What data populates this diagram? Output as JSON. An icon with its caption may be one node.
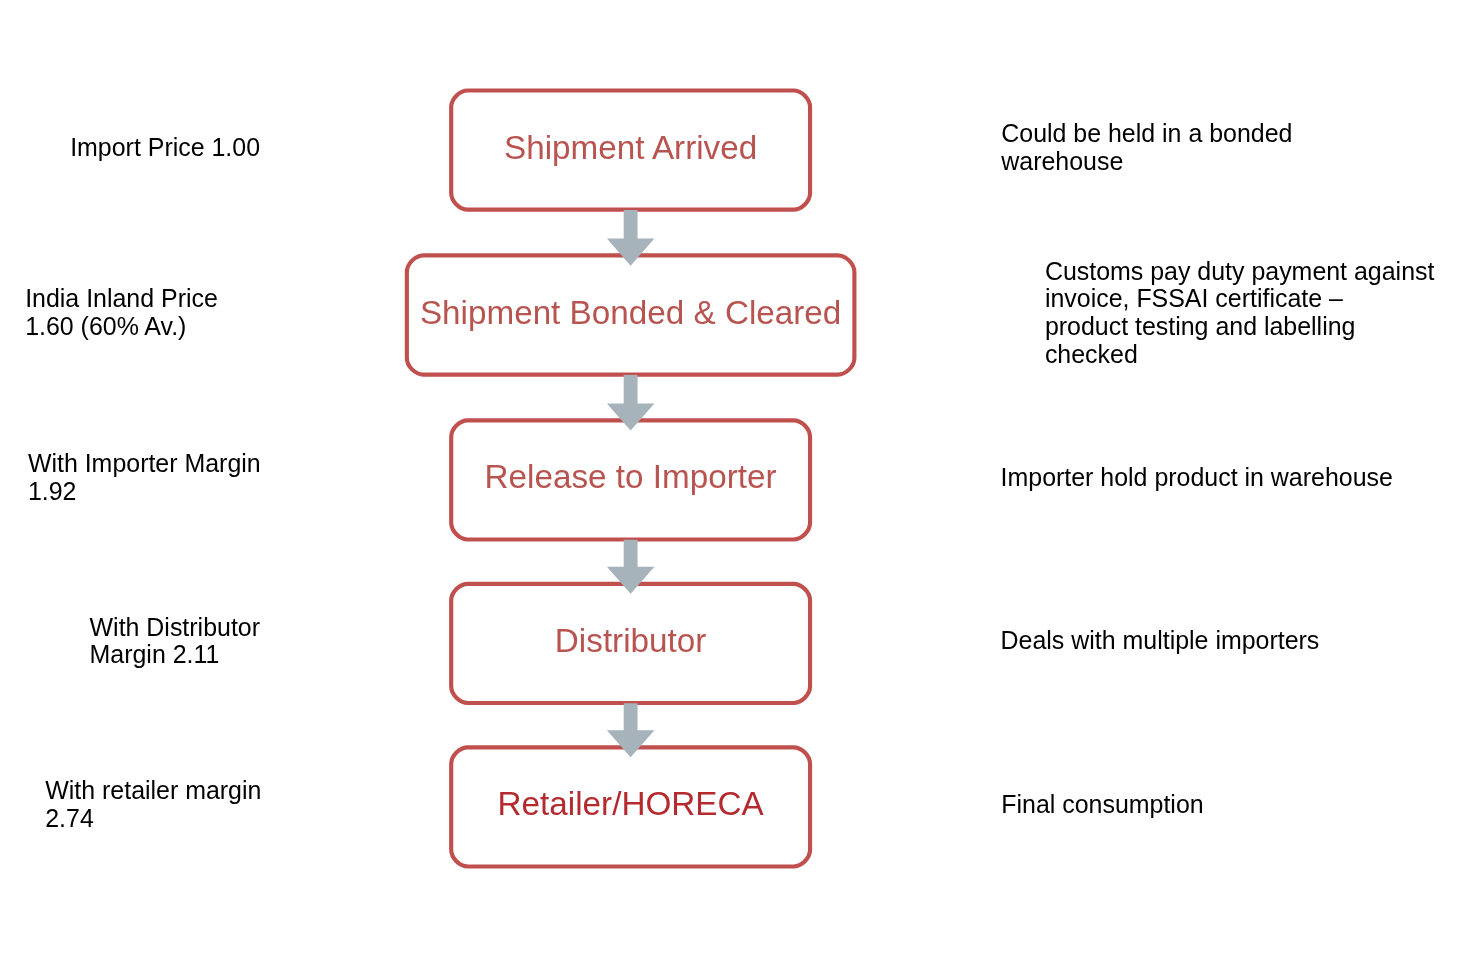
{
  "diagram": {
    "nodes": [
      {
        "text": [
          "Shipment Arrived"
        ]
      },
      {
        "text": [
          "Shipment Bonded & Cleared"
        ]
      },
      {
        "text": [
          "Release to Importer"
        ]
      },
      {
        "text": [
          "Distributor"
        ]
      },
      {
        "text": [
          "Retailer/HORECA"
        ]
      }
    ],
    "edges": [
      {
        "from": 0,
        "to": 1,
        "arrow": "to"
      },
      {
        "from": 1,
        "to": 2,
        "arrow": "to"
      },
      {
        "from": 2,
        "to": 3,
        "arrow": "to"
      },
      {
        "from": 3,
        "to": 4,
        "arrow": "to"
      }
    ],
    "labels": [
      "Import Price 1.00",
      "Could be held in a bonded warehouse",
      "India Inland Price 1.60 (60% Av.)",
      "Customs pay duty payment against invoice, FSSAI certificate – product testing and labelling checked",
      "With Importer Margin 1.92",
      "Importer hold product in warehouse",
      "With Distributor Margin 2.11",
      "Deals with multiple importers",
      "With retailer margin 2.74",
      "Final consumption"
    ]
  }
}
